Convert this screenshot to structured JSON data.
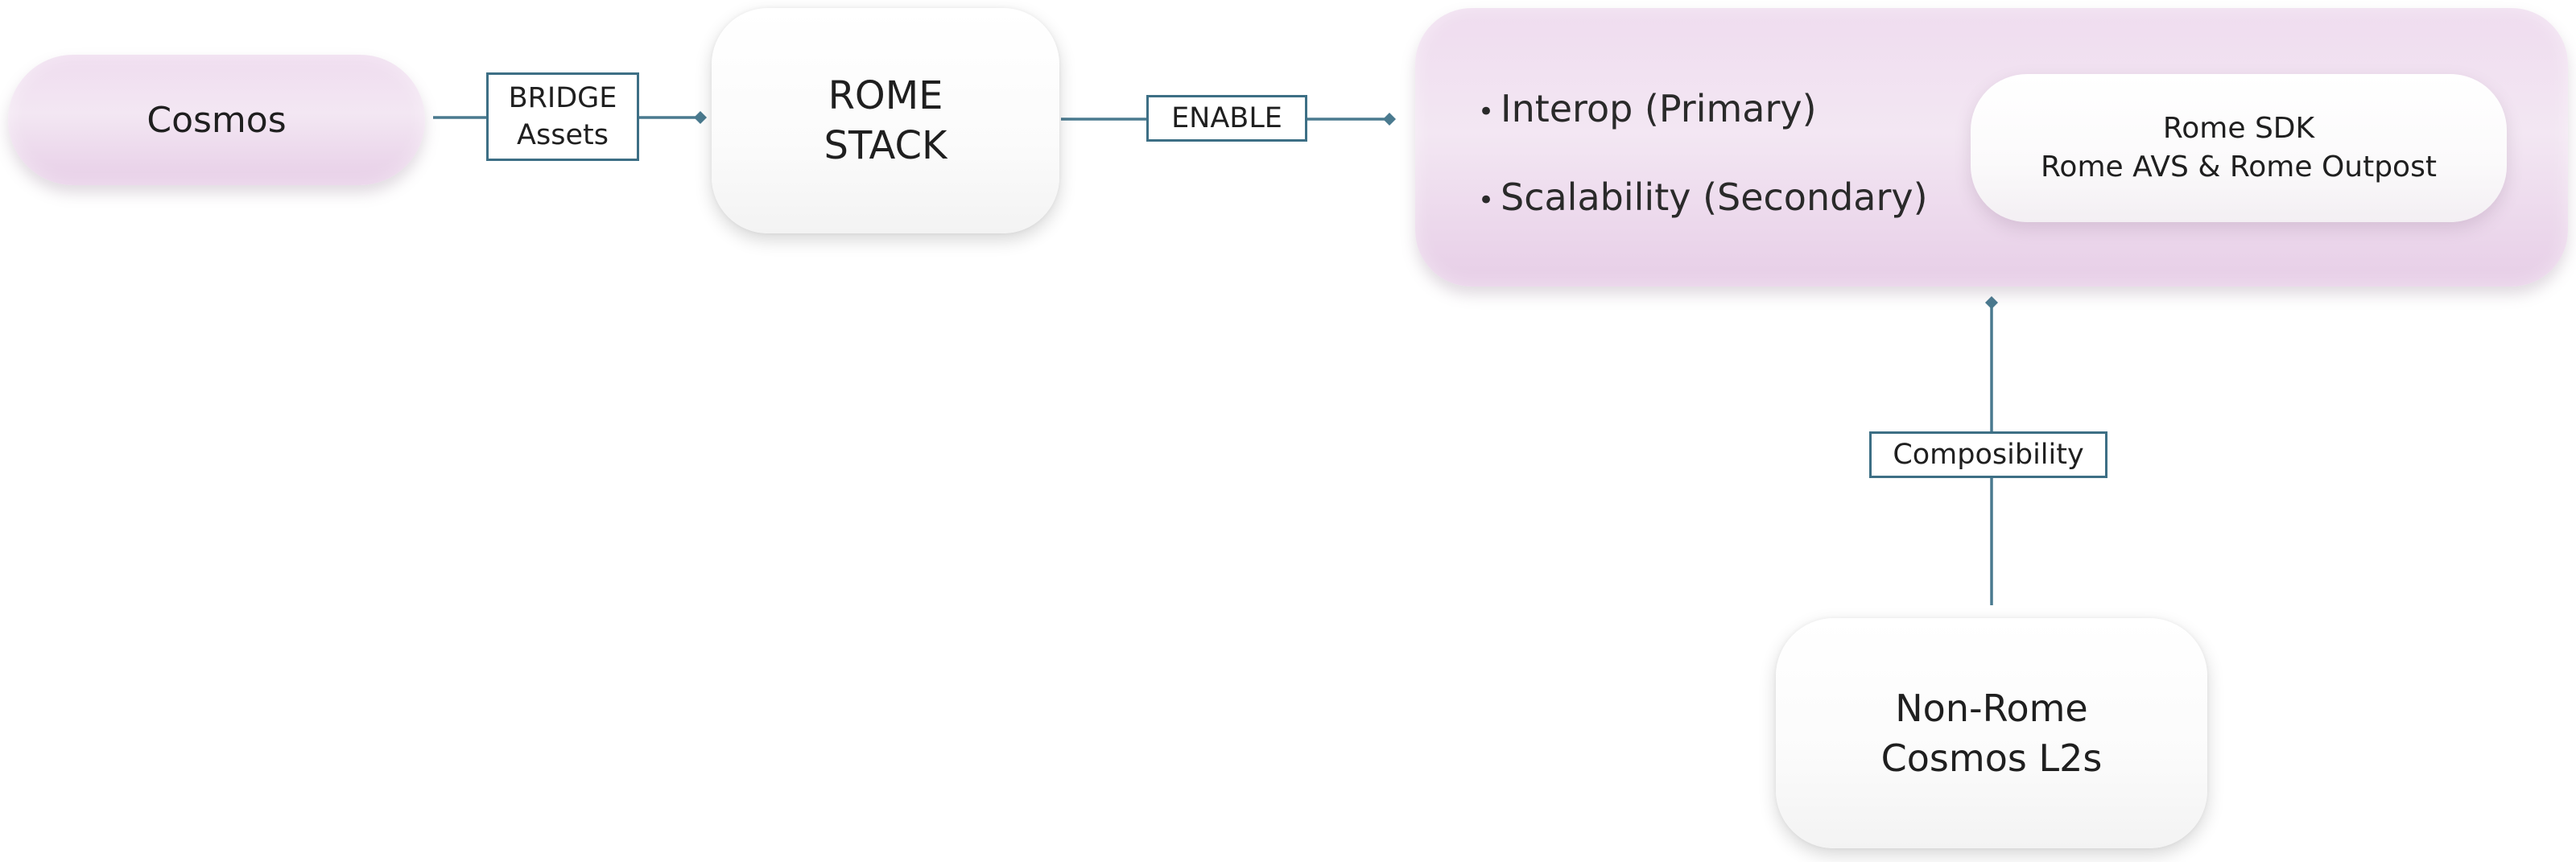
{
  "nodes": {
    "cosmos": {
      "label": "Cosmos"
    },
    "rome_stack": {
      "line1": "ROME",
      "line2": "STACK"
    },
    "target": {
      "bullets": [
        "Interop (Primary)",
        "Scalability (Secondary)"
      ],
      "inner": {
        "line1": "Rome SDK",
        "line2": "Rome AVS & Rome Outpost"
      }
    },
    "non_rome": {
      "line1": "Non-Rome",
      "line2": "Cosmos L2s"
    }
  },
  "edges": {
    "bridge": {
      "line1": "BRIDGE",
      "line2": "Assets"
    },
    "enable": {
      "label": "ENABLE"
    },
    "composibility": {
      "label": "Composibility"
    }
  },
  "colors": {
    "connector": "#4a7a8f",
    "node_pink": "#ecd9ec",
    "label_border": "#3d6f85"
  },
  "bullet_glyph": "•"
}
